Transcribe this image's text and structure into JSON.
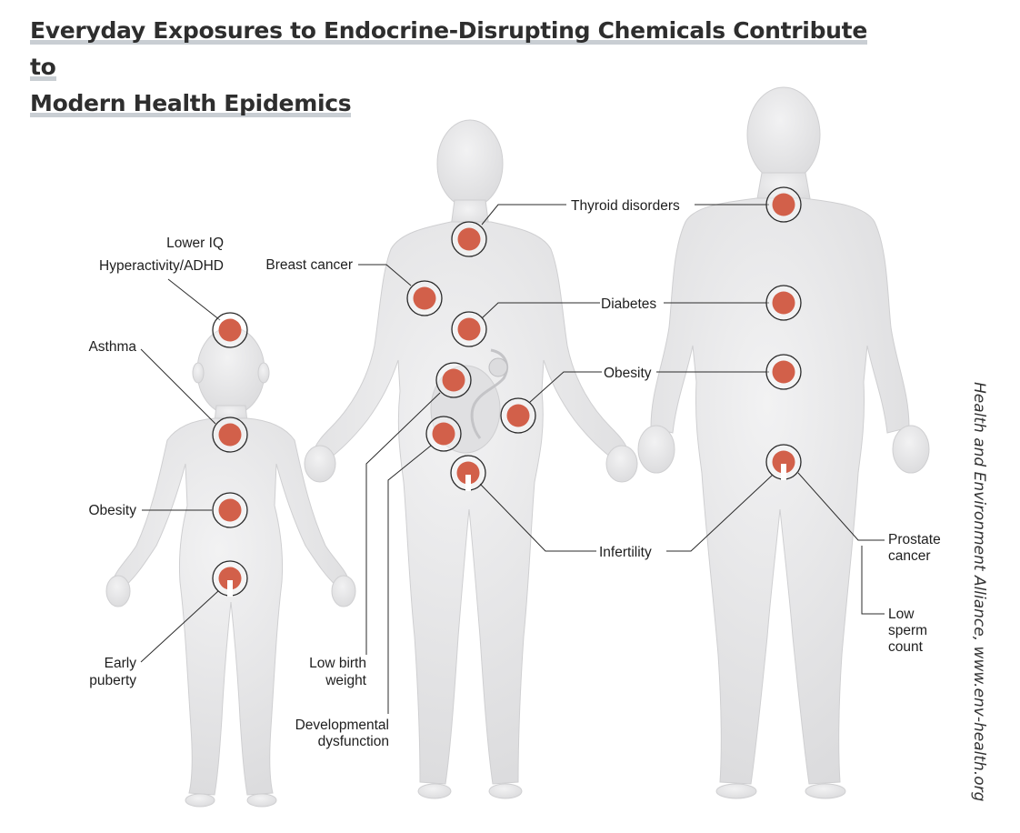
{
  "title": {
    "line1": "Everyday Exposures to Endocrine-Disrupting Chemicals Contribute to",
    "line2": "Modern Health Epidemics"
  },
  "labels": {
    "lower_iq": "Lower IQ",
    "hyperactivity": "Hyperactivity/ADHD",
    "asthma": "Asthma",
    "obesity_child": "Obesity",
    "early_puberty_1": "Early",
    "early_puberty_2": "puberty",
    "breast_cancer": "Breast cancer",
    "thyroid": "Thyroid disorders",
    "diabetes": "Diabetes",
    "obesity_adult": "Obesity",
    "infertility": "Infertility",
    "low_birth_1": "Low birth",
    "low_birth_2": "weight",
    "developmental_1": "Developmental",
    "developmental_2": "dysfunction",
    "prostate_1": "Prostate",
    "prostate_2": "cancer",
    "sperm_1": "Low",
    "sperm_2": "sperm",
    "sperm_3": "count"
  },
  "credit": "Health and Environment Alliance, www.env-health.org",
  "colors": {
    "marker_fill": "#d2604a",
    "marker_ring": "#2a2a2a",
    "body": "#e6e6e7",
    "title_underline": "#c9ced3"
  }
}
